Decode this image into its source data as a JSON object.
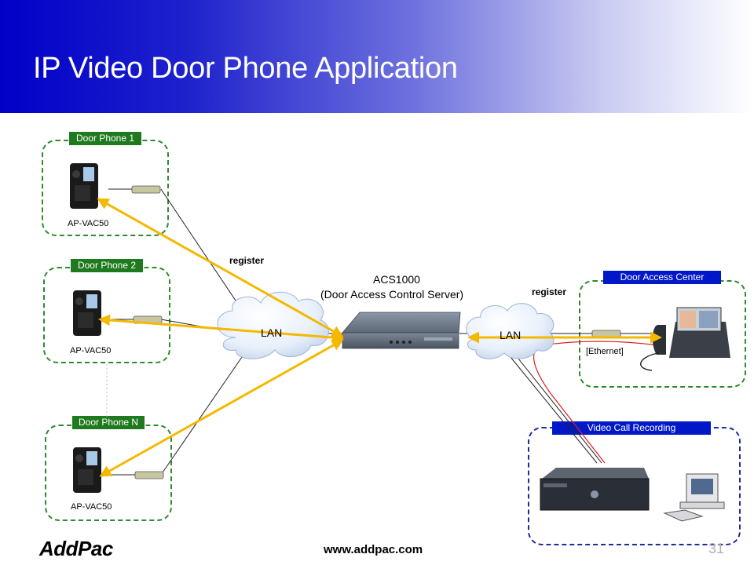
{
  "slide": {
    "title": "IP Video Door Phone Application",
    "footer_url": "www.addpac.com",
    "page_number": "31",
    "brand": "AddPac"
  },
  "door_phones": [
    {
      "group_label": "Door Phone 1",
      "device_label": "AP-VAC50"
    },
    {
      "group_label": "Door Phone 2",
      "device_label": "AP-VAC50"
    },
    {
      "group_label": "Door Phone N",
      "device_label": "AP-VAC50"
    }
  ],
  "server": {
    "name": "ACS1000",
    "description": "(Door Access Control Server)"
  },
  "networks": {
    "left_cloud": "LAN",
    "right_cloud": "LAN"
  },
  "flows": {
    "left_register": "register",
    "right_register": "register"
  },
  "door_access_center": {
    "group_label": "Door Access Center",
    "link_label": "[Ethernet]"
  },
  "video_call_recording": {
    "group_label": "Video Call Recording"
  },
  "colors": {
    "title_gradient_start": "#0000c8",
    "register_arrow": "#f5b800",
    "group_green": "#2d8a2d",
    "group_blue": "#1f2a9e",
    "tag_green": "#1f7a1f",
    "tag_blue": "#0018c8",
    "recording_cable": "#e02020"
  }
}
